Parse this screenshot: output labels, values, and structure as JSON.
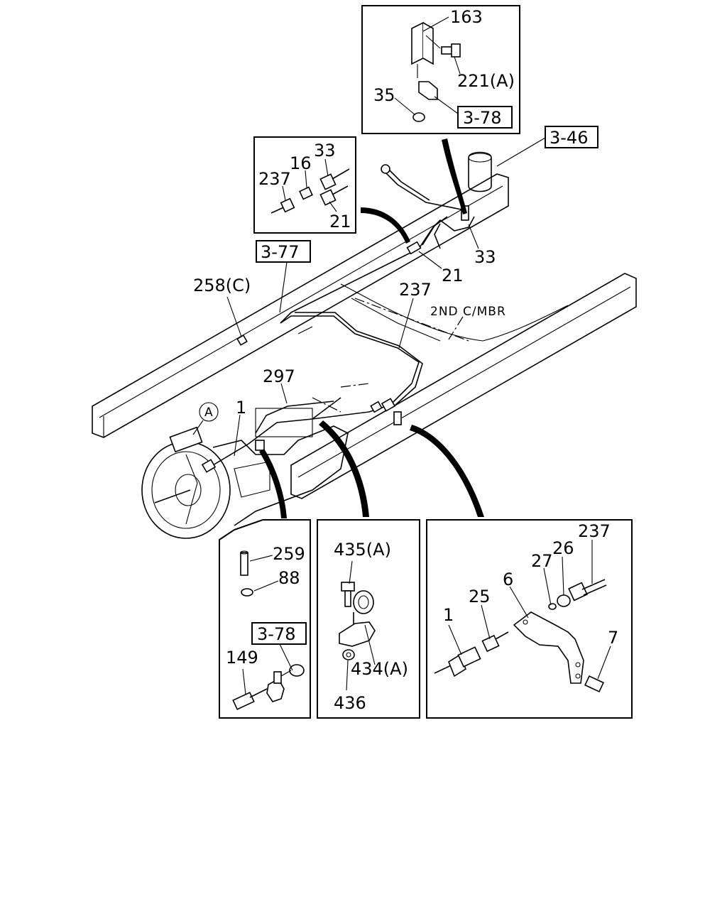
{
  "diagram": {
    "callouts": {
      "c163": "163",
      "c221a": "221(A)",
      "c35": "35",
      "ref378_top": "3-78",
      "ref346": "3-46",
      "c33_inset": "33",
      "c16": "16",
      "c237_inset": "237",
      "c21_inset": "21",
      "c33_main": "33",
      "c21_main": "21",
      "ref377": "3-77",
      "c258c": "258(C)",
      "c237_main": "237",
      "note_2nd": "2ND C/MBR",
      "c297": "297",
      "circleA": "A",
      "c1_main": "1",
      "c259": "259",
      "c88": "88",
      "ref378_bl": "3-78",
      "c149": "149",
      "c435a": "435(A)",
      "c434a": "434(A)",
      "c436": "436",
      "c237_br": "237",
      "c27": "27",
      "c26": "26",
      "c6": "6",
      "c25": "25",
      "c1_br": "1",
      "c7": "7"
    }
  }
}
